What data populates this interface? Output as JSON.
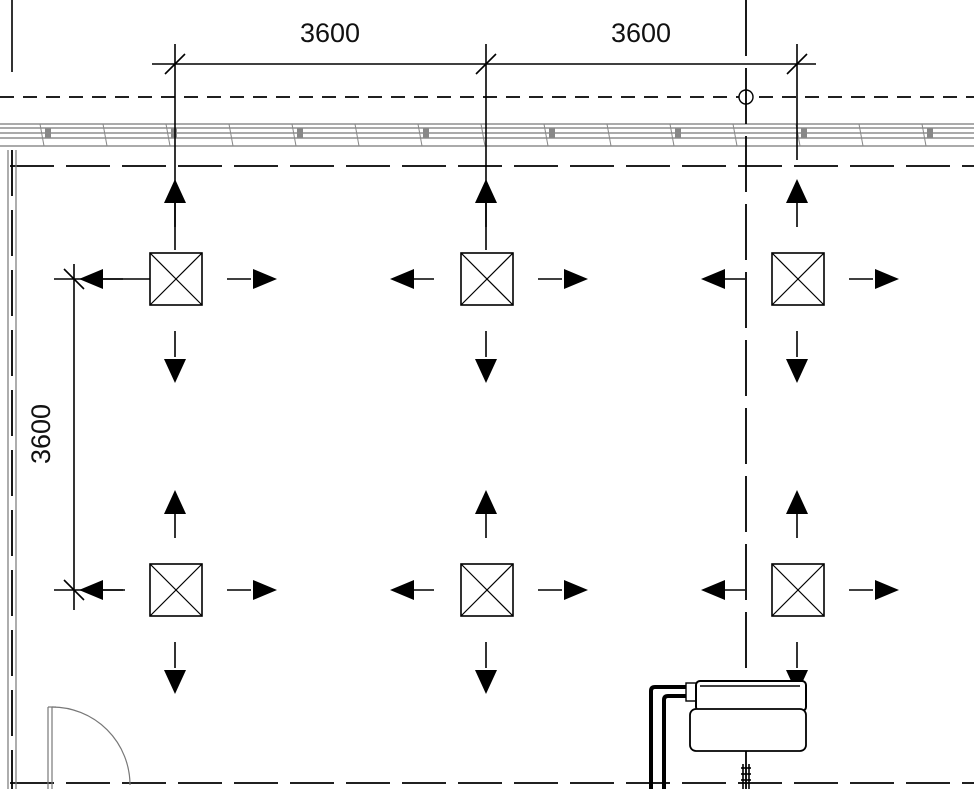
{
  "dimensions": {
    "top_left": "3600",
    "top_right": "3600",
    "left_vertical": "3600"
  },
  "diffuser_grid": {
    "rows": 2,
    "columns": 3,
    "arrows_per_diffuser": 4
  },
  "colors": {
    "line": "#000000",
    "wall": "#777777",
    "background": "#ffffff"
  }
}
